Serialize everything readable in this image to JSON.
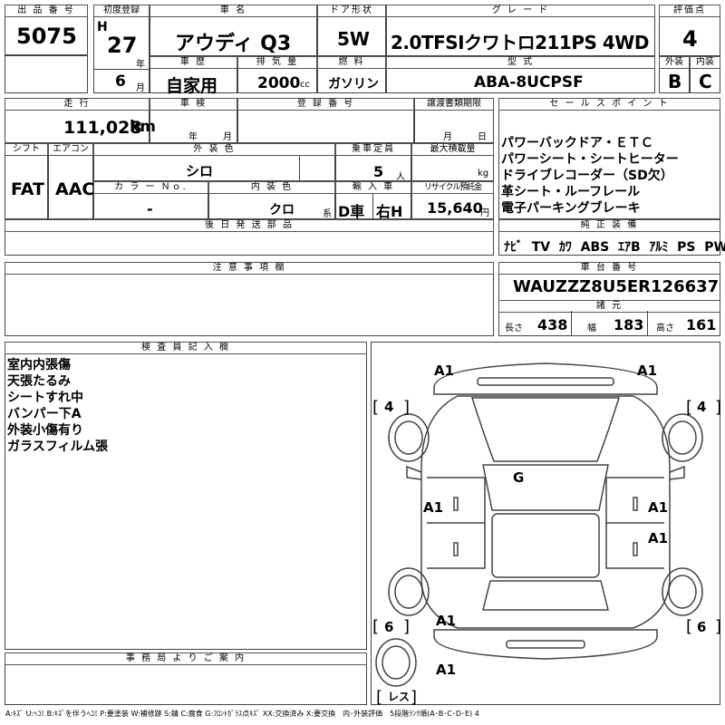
{
  "header": {
    "lot_no_label": "出 品 番 号",
    "lot_no": "5075",
    "first_reg_label": "初度登録",
    "era": "H",
    "year": "27",
    "year_unit": "年",
    "month": "6",
    "month_unit": "月",
    "car_name_label": "車 名",
    "car_name": "アウディ Q3",
    "door_label": "ドア形状",
    "door": "5W",
    "grade_label": "グ レ ー ド",
    "grade": "2.0TFSIクワトロ211PS 4WD",
    "score_label": "評価点",
    "score": "4",
    "history_label": "車 歴",
    "history": "自家用",
    "displacement_label": "排 気 量",
    "displacement": "2000",
    "displacement_unit": "cc",
    "fuel_label": "燃 料",
    "fuel": "ガソリン",
    "model_label": "型 式",
    "model": "ABA-8UCPSF",
    "exterior_label": "外装",
    "exterior_grade": "B",
    "interior_label": "内装",
    "interior_grade": "C"
  },
  "row2": {
    "mileage_label": "走 行",
    "mileage": "111,028",
    "mileage_unit": "km",
    "inspection_label": "車 検",
    "inspection_year_unit": "年",
    "inspection_month_unit": "月",
    "plate_label": "登 録 番 号",
    "transfer_label": "譲渡書類期限",
    "transfer_month_unit": "月",
    "transfer_day_unit": "日",
    "shift_label": "シフト",
    "shift": "FAT",
    "ac_label": "エアコン",
    "ac": "AAC",
    "ext_color_label": "外 装 色",
    "ext_color": "シロ",
    "capacity_label": "乗車定員",
    "capacity": "5",
    "capacity_unit": "人",
    "max_load_label": "最大積載量",
    "max_load_unit": "kg",
    "color_no_label": "カ ラ ー Ｎｏ.",
    "color_no": "-",
    "int_color_label": "内 装 色",
    "int_color": "クロ",
    "int_color_unit": "系",
    "import_label": "輸 入 車",
    "import_type": "D車",
    "steering": "右H",
    "recycle_label": "リサイクル預託金",
    "recycle": "15,640",
    "recycle_unit": "円",
    "later_parts_label": "後 日 発 送 部 品"
  },
  "sales": {
    "label": "セ ー ル ス ポ イ ン ト",
    "points": [
      "パワーバックドア・ＥＴＣ",
      "パワーシート・シートヒーター",
      "ドライブレコーダー（SD欠）",
      "革シート・ルーフレール",
      "電子パーキングブレーキ"
    ]
  },
  "equipment": {
    "label": "純 正 装 備",
    "items": [
      "ﾅﾋﾞ",
      "TV",
      "ｶﾜ",
      "ABS",
      "ｴｱB",
      "ｱﾙﾐ",
      "PS",
      "PW"
    ]
  },
  "notes": {
    "label": "注 意 事 項 欄"
  },
  "chassis": {
    "label": "車 台 番 号",
    "vin": "WAUZZZ8U5ER126637"
  },
  "dimensions": {
    "label": "諸 元",
    "length_label": "長さ",
    "length": "438",
    "width_label": "幅",
    "width": "183",
    "height_label": "高さ",
    "height": "161"
  },
  "inspector": {
    "label": "検 査 員 記 入 欄",
    "notes": [
      "室内内張傷",
      "天張たるみ",
      "シートすれ中",
      "バンパー下A",
      "外装小傷有り",
      "ガラスフィルム張"
    ]
  },
  "office": {
    "label": "事 務 局 よ り ご 案 内"
  },
  "diagram": {
    "marks": [
      "A1",
      "A1",
      "A1",
      "A1",
      "A1",
      "A1",
      "A1",
      "G"
    ],
    "tread_fl": "4",
    "tread_fr": "4",
    "tread_rl": "6",
    "tread_rr": "6",
    "spare": "レス"
  },
  "legend": "A:ｷｽﾞ U:ﾍｺﾐ B:ｷｽﾞを伴うﾍｺﾐ P:要塗装 W:補修跡 S:錆 C:腐食 G:ﾌﾛﾝﾄｶﾞﾗｽ点ｷｽﾞ XX:交換済み X:要交換　内･外装評価　5段階ﾗﾝｸ順(A･B･C･D･E) 4"
}
